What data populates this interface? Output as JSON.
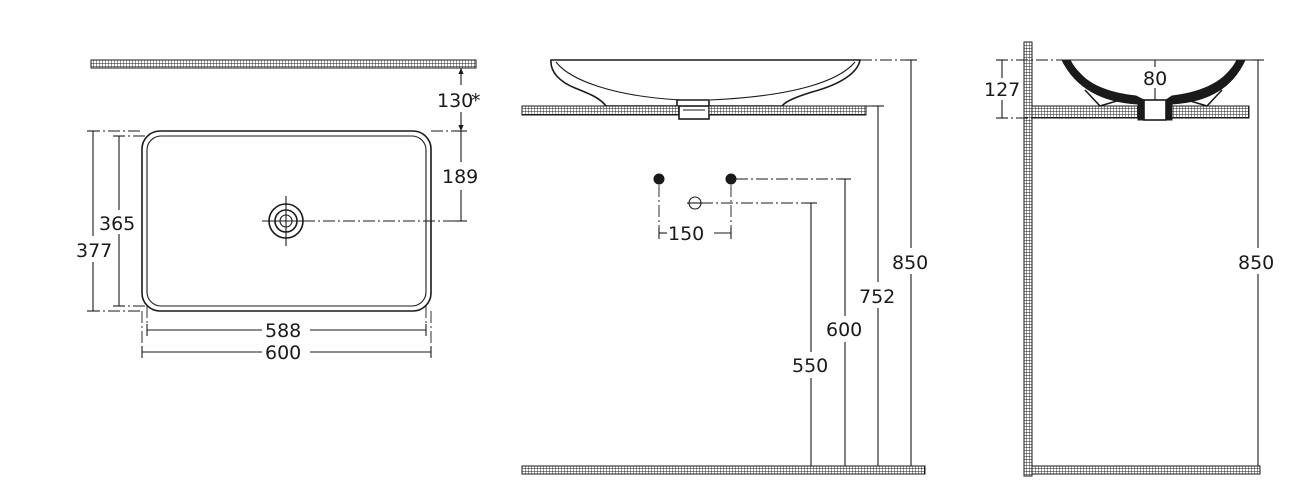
{
  "plan_view": {
    "dims": {
      "d130": "130",
      "d130_mark": "*",
      "d189": "189",
      "d365": "365",
      "d377": "377",
      "d588": "588",
      "d600": "600"
    }
  },
  "front_view": {
    "dims": {
      "d150": "150",
      "d550": "550",
      "d600": "600",
      "d752": "752",
      "d850": "850"
    }
  },
  "side_view": {
    "dims": {
      "d127": "127",
      "d80": "80",
      "d850": "850"
    }
  },
  "colors": {
    "line": "#1a1a1a",
    "background": "#ffffff"
  }
}
